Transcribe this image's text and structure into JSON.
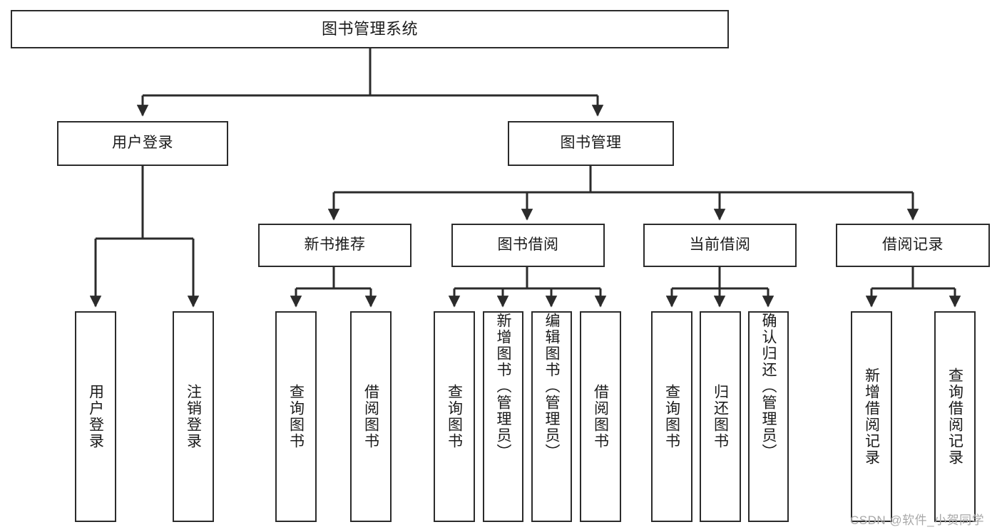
{
  "diagram": {
    "title": "图书管理系统",
    "type": "tree-hierarchy-diagram",
    "background_color": "#ffffff",
    "line_color": "#2b2b2b",
    "box_border_color": "#2b2b2b",
    "box_fill_color": "#ffffff",
    "text_color": "#1a1a1a"
  },
  "root": {
    "label": "图书管理系统"
  },
  "level2": [
    {
      "label": "用户登录"
    },
    {
      "label": "图书管理"
    }
  ],
  "level3": [
    {
      "label": "新书推荐"
    },
    {
      "label": "图书借阅"
    },
    {
      "label": "当前借阅"
    },
    {
      "label": "借阅记录"
    }
  ],
  "leaves": {
    "user_login": [
      {
        "label": "用户登录"
      },
      {
        "label": "注销登录"
      }
    ],
    "new_book": [
      {
        "label": "查询图书"
      },
      {
        "label": "借阅图书"
      }
    ],
    "book_borrow": [
      {
        "label": "查询图书"
      },
      {
        "label": "新增图书（管理员）"
      },
      {
        "label": "编辑图书（管理员）"
      },
      {
        "label": "借阅图书"
      }
    ],
    "current_borrow": [
      {
        "label": "查询图书"
      },
      {
        "label": "归还图书"
      },
      {
        "label": "确认归还（管理员）"
      }
    ],
    "borrow_record": [
      {
        "label": "新增借阅记录"
      },
      {
        "label": "查询借阅记录"
      }
    ]
  },
  "watermark": {
    "text": "CSDN @软件_小贺同学"
  }
}
